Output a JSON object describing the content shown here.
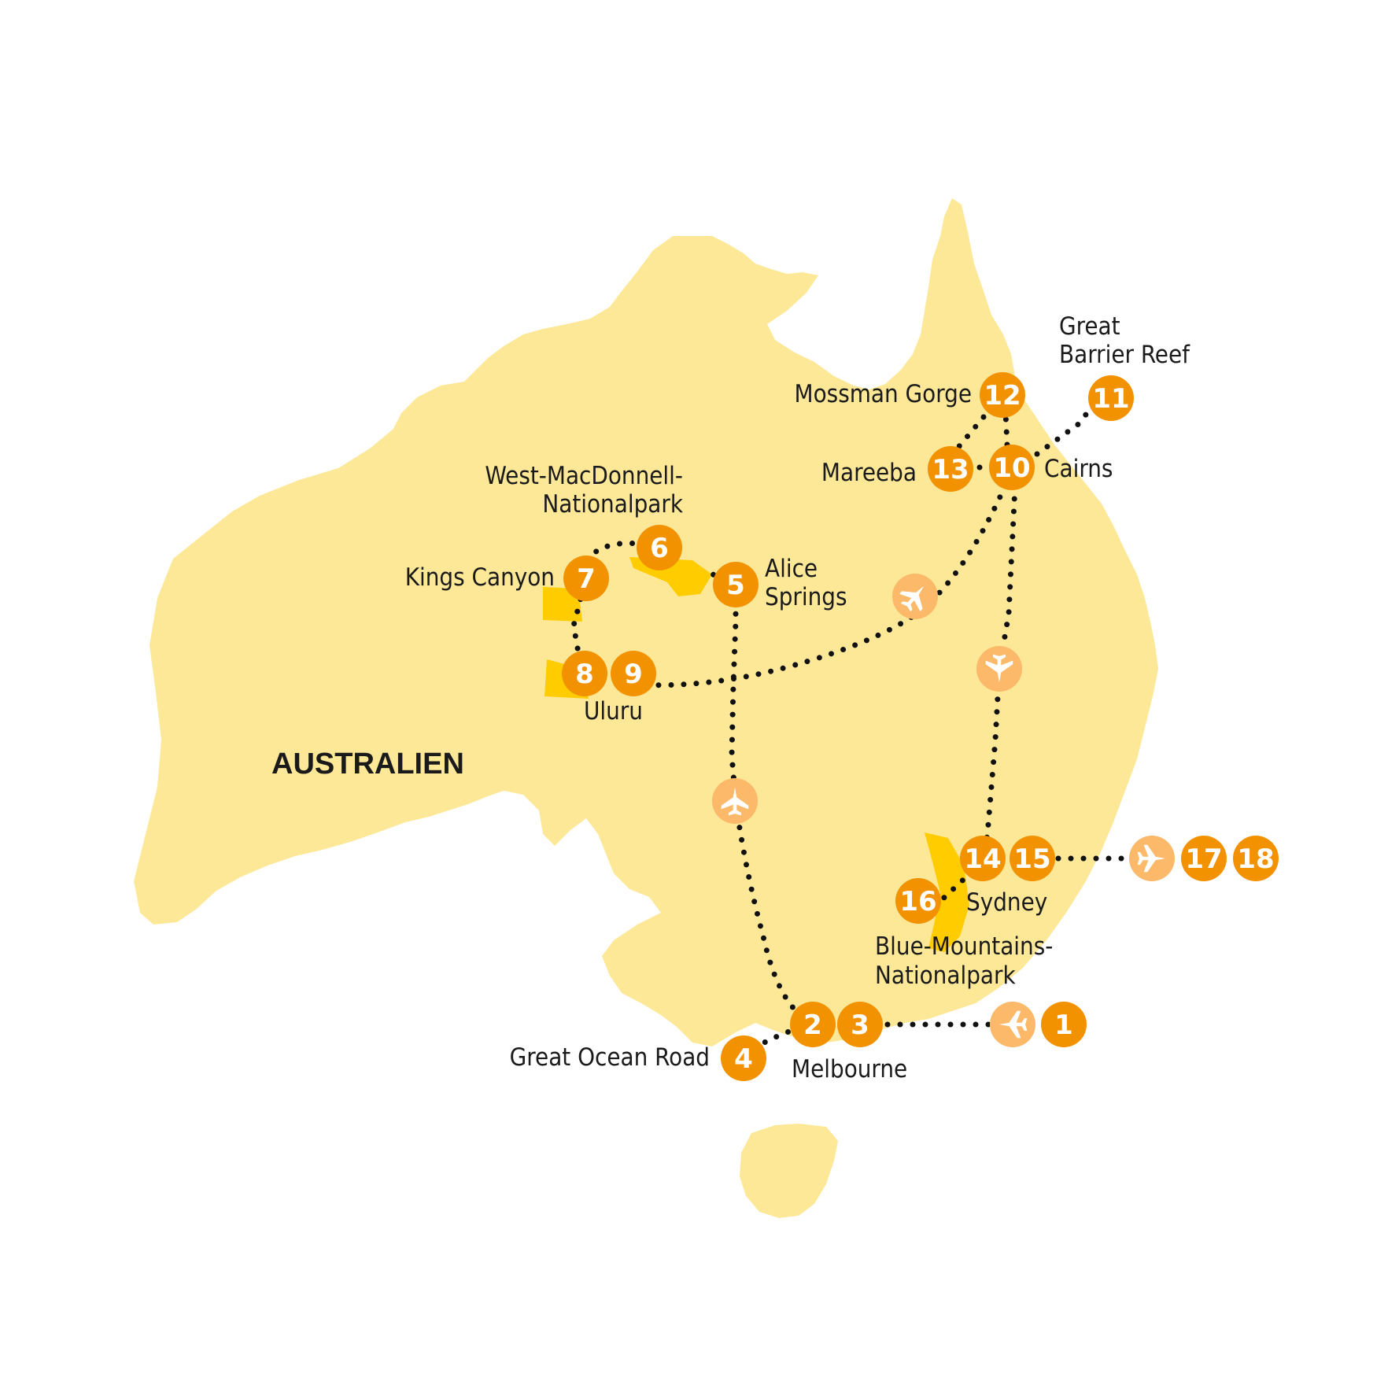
{
  "title": "AUSTRALIEN",
  "colors": {
    "land": "#fde898",
    "park": "#ffcc00",
    "stop": "#f39200",
    "flight": "#fbb969",
    "route": "#111111"
  },
  "icons": {
    "flight": "airplane-icon"
  },
  "stops": [
    {
      "n": "1",
      "label": "",
      "kind": "stop"
    },
    {
      "n": "2",
      "label": "Melbourne",
      "kind": "stop"
    },
    {
      "n": "3",
      "label": "",
      "kind": "stop"
    },
    {
      "n": "4",
      "label": "Great Ocean Road",
      "kind": "stop"
    },
    {
      "n": "5",
      "label": "Alice Springs",
      "kind": "stop"
    },
    {
      "n": "6",
      "label": "West-MacDonnell-Nationalpark",
      "kind": "stop"
    },
    {
      "n": "7",
      "label": "Kings Canyon",
      "kind": "stop"
    },
    {
      "n": "8",
      "label": "Uluru",
      "kind": "stop"
    },
    {
      "n": "9",
      "label": "",
      "kind": "stop"
    },
    {
      "n": "10",
      "label": "Cairns",
      "kind": "stop"
    },
    {
      "n": "11",
      "label": "Great Barrier Reef",
      "kind": "stop"
    },
    {
      "n": "12",
      "label": "Mossman Gorge",
      "kind": "stop"
    },
    {
      "n": "13",
      "label": "Mareeba",
      "kind": "stop"
    },
    {
      "n": "14",
      "label": "Sydney",
      "kind": "stop"
    },
    {
      "n": "15",
      "label": "",
      "kind": "stop"
    },
    {
      "n": "16",
      "label": "Blue-Mountains-Nationalpark",
      "kind": "stop"
    },
    {
      "n": "17",
      "label": "",
      "kind": "stop"
    },
    {
      "n": "18",
      "label": "",
      "kind": "stop"
    }
  ],
  "labels": {
    "melbourne": "Melbourne",
    "great_ocean_road": "Great Ocean Road",
    "alice_1": "Alice",
    "alice_2": "Springs",
    "west_mac_1": "West-MacDonnell-",
    "west_mac_2": "Nationalpark",
    "kings_canyon": "Kings Canyon",
    "uluru": "Uluru",
    "cairns": "Cairns",
    "gbr_1": "Great",
    "gbr_2": "Barrier Reef",
    "mossman": "Mossman Gorge",
    "mareeba": "Mareeba",
    "sydney": "Sydney",
    "blue_1": "Blue-Mountains-",
    "blue_2": "Nationalpark"
  }
}
